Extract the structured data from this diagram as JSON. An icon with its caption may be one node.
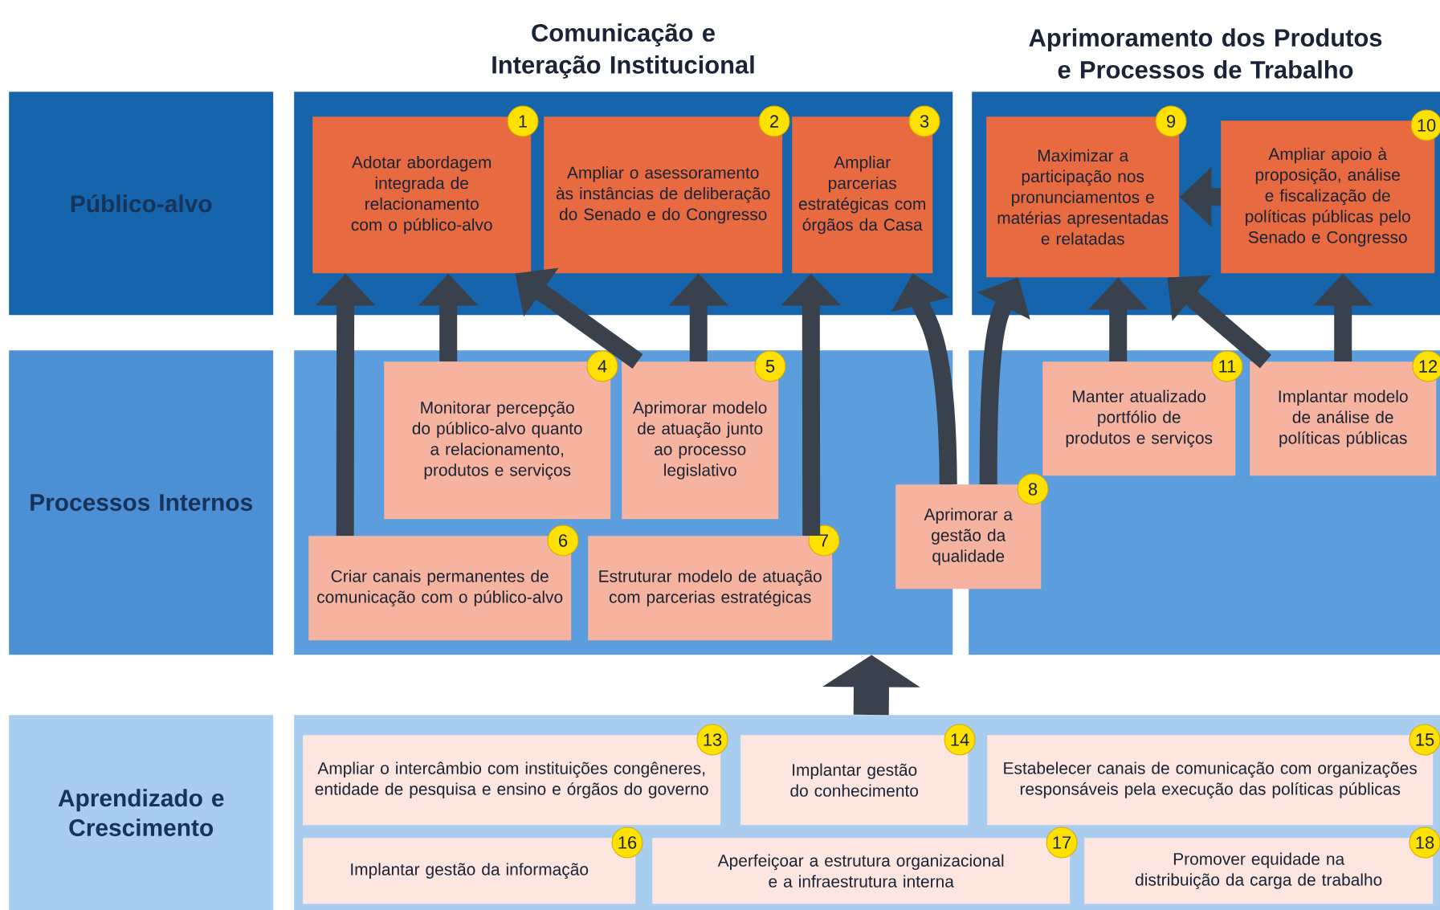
{
  "diagram": {
    "nodes": [
      {
        "text": [
          "Público-alvo"
        ]
      },
      {
        "text": [
          "Comunicação e Interação Institucional"
        ]
      },
      {
        "text": [
          "1",
          "Adotar abordagem integrada de relacionamento com o público-alvo"
        ],
        "in": 1
      },
      {
        "text": [
          "2",
          "Ampliar o asessoramento às instâncias de deliberação do Senado e do Congresso"
        ],
        "in": 1
      },
      {
        "text": [
          "3",
          "Ampliar parcerias estratégicas com órgãos da Casa"
        ],
        "in": 1
      },
      {
        "text": [
          "Aprimoramento dos Produtos e Processos de Trabalho"
        ]
      },
      {
        "text": [
          "9",
          "Maximizar a participação nos pronunciamentos e matérias apresentadas e relatadas"
        ],
        "in": 5
      },
      {
        "text": [
          "10",
          "Ampliar apoio à proposição, análise e fiscalização de políticas públicas pelo Senado e Congresso"
        ],
        "in": 5
      },
      {
        "text": [
          "Processos Internos"
        ]
      },
      {
        "text": [],
        "shape": "box"
      },
      {
        "text": [
          "4",
          "Monitorar percepção do público-alvo quanto a relacionamento, produtos e serviços"
        ],
        "in": 9
      },
      {
        "text": [
          "5",
          "Aprimorar modelo de atuação junto ao processo legislativo"
        ],
        "in": 9
      },
      {
        "text": [
          "6",
          "Criar canais permanentes de comunicação com o público-alvo"
        ],
        "in": 9
      },
      {
        "text": [
          "7",
          "Estruturar modelo de atuação com parcerias estratégicas"
        ],
        "in": 9
      },
      {
        "text": [
          "8",
          "Aprimorar a gestão da qualidade"
        ]
      },
      {
        "text": [],
        "shape": "box"
      },
      {
        "text": [
          "11",
          "Manter atualizado portfólio de produtos e serviços"
        ],
        "in": 15
      },
      {
        "text": [
          "12",
          "Implantar modelo de análise de políticas públicas"
        ],
        "in": 15
      },
      {
        "text": [
          "Aprendizado e Crescimento"
        ]
      },
      {
        "text": [],
        "shape": "box"
      },
      {
        "text": [
          "13",
          "Ampliar o intercâmbio com instituições congêneres, entidade de pesquisa e ensino e órgãos do governo"
        ],
        "in": 19
      },
      {
        "text": [
          "14",
          "Implantar gestão do conhecimento"
        ],
        "in": 19
      },
      {
        "text": [
          "15",
          "Estabelecer canais de comunicação com organizações responsáveis pela execução das políticas públicas"
        ],
        "in": 19
      },
      {
        "text": [
          "16",
          "Implantar gestão da informação"
        ],
        "in": 19
      },
      {
        "text": [
          "17",
          "Aperfeiçoar a estrutura organizacional e a infraestrutura interna"
        ],
        "in": 19
      },
      {
        "text": [
          "18",
          "Promover equidade na distribuição da carga de trabalho"
        ],
        "in": 19
      }
    ],
    "edges": [
      {
        "from": 12,
        "to": 2,
        "arrow": "to"
      },
      {
        "from": 10,
        "to": 2,
        "arrow": "to"
      },
      {
        "from": 11,
        "to": 2,
        "arrow": "to"
      },
      {
        "from": 11,
        "to": 3,
        "arrow": "to"
      },
      {
        "from": 13,
        "to": 4,
        "arrow": "to"
      },
      {
        "from": 14,
        "to": 4,
        "arrow": "to"
      },
      {
        "from": 14,
        "to": 6,
        "arrow": "to"
      },
      {
        "from": 7,
        "to": 6,
        "arrow": "to"
      },
      {
        "from": 16,
        "to": 6,
        "arrow": "to"
      },
      {
        "from": 17,
        "to": 6,
        "arrow": "to"
      },
      {
        "from": 17,
        "to": 7,
        "arrow": "to"
      },
      {
        "from": 19,
        "to": 9,
        "arrow": "to",
        "style": "thick"
      }
    ]
  }
}
